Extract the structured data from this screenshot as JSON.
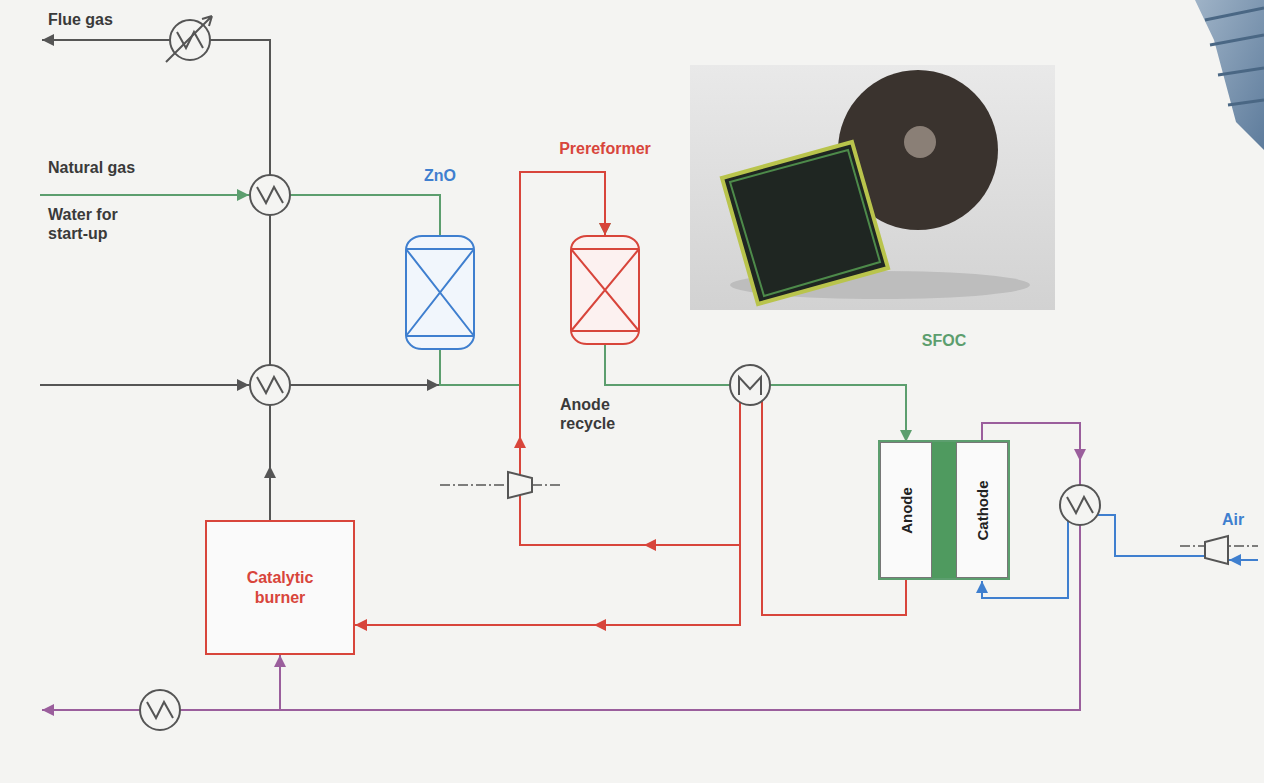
{
  "diagram": {
    "nodes": [
      {
        "text": [
          "ZnO"
        ]
      },
      {
        "text": [
          "Prereformer"
        ]
      },
      {
        "text": [
          "SFOC"
        ]
      },
      {
        "text": [
          "Anode"
        ],
        "in": 2
      },
      {
        "text": [
          "Cathode"
        ],
        "in": 2
      },
      {
        "text": [
          "Catalytic burner"
        ]
      }
    ],
    "edges": [
      {
        "from": 0,
        "to": 1,
        "arrow": "to"
      },
      {
        "from": 1,
        "to": 3,
        "arrow": "to"
      },
      {
        "from": 3,
        "to": 1,
        "arrow": "to",
        "label": "Anode recycle"
      },
      {
        "from": 3,
        "to": 5,
        "arrow": "to"
      },
      {
        "from": 4,
        "to": 5,
        "arrow": "to"
      }
    ],
    "labels": [
      "Flue gas",
      "Natural gas",
      "Water for start-up",
      "Air"
    ]
  }
}
